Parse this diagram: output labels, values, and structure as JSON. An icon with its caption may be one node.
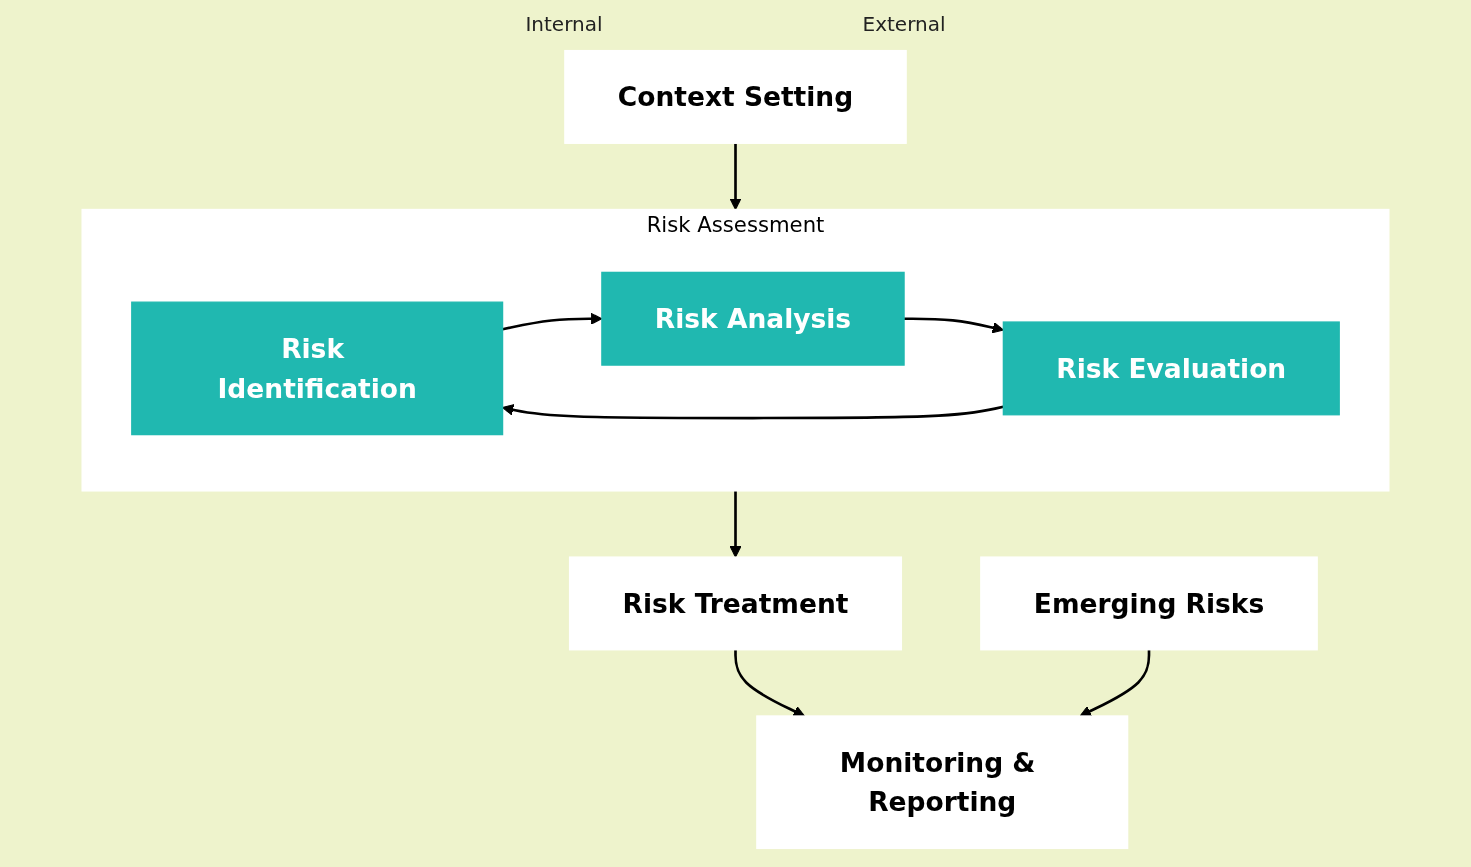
{
  "diagram": {
    "nodes": [
      {
        "text": [
          "Context Setting"
        ]
      },
      {
        "text": [
          "Risk Assessment"
        ]
      },
      {
        "text": [
          "Risk Identification"
        ],
        "in": 1
      },
      {
        "text": [
          "Risk Analysis"
        ],
        "in": 1
      },
      {
        "text": [
          "Risk Evaluation"
        ],
        "in": 1
      },
      {
        "text": [
          "Risk Treatment"
        ]
      },
      {
        "text": [
          "Emerging Risks"
        ]
      },
      {
        "text": [
          "Monitoring & Reporting"
        ]
      }
    ],
    "edges": [
      {
        "from": 0,
        "to": 1,
        "arrow": "to"
      },
      {
        "from": 2,
        "to": 3,
        "arrow": "to"
      },
      {
        "from": 3,
        "to": 4,
        "arrow": "to"
      },
      {
        "from": 4,
        "to": 2,
        "arrow": "to"
      },
      {
        "from": 1,
        "to": 5,
        "arrow": "to"
      },
      {
        "from": 5,
        "to": 7,
        "arrow": "to"
      },
      {
        "from": 6,
        "to": 7,
        "arrow": "to"
      }
    ],
    "labels": [
      "Internal",
      "External"
    ]
  }
}
